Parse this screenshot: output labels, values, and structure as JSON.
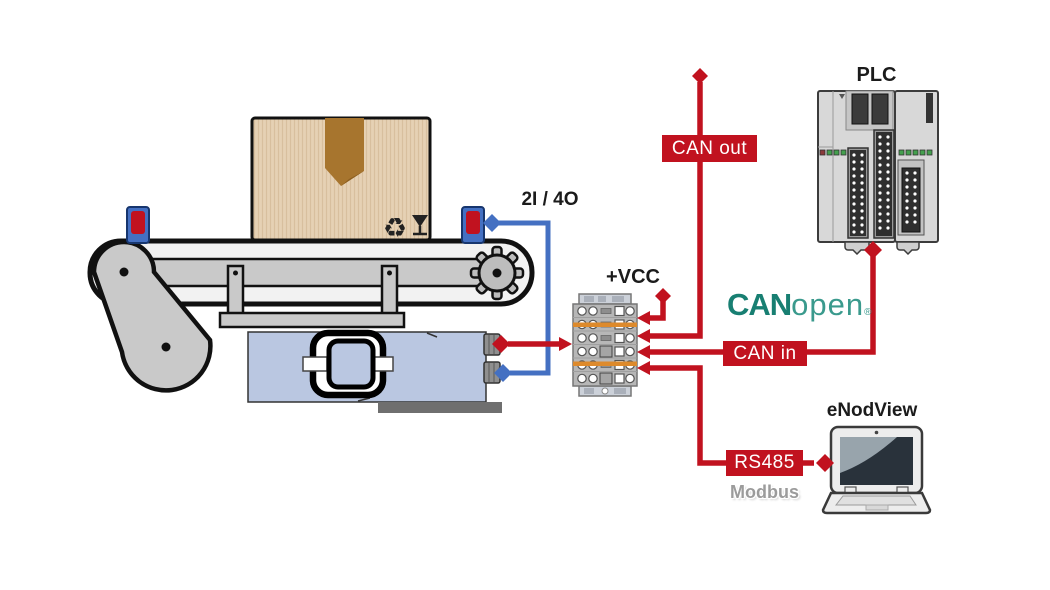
{
  "labels": {
    "plc": "PLC",
    "io": "2I / 4O",
    "vcc": "+VCC",
    "can_out": "CAN out",
    "can_in": "CAN in",
    "rs485": "RS485",
    "modbus": "Modbus",
    "enodview": "eNodView"
  },
  "logo": {
    "bold": "CAN",
    "light": "open",
    "reg": "®"
  },
  "icons": {
    "recycle": "♻",
    "fragile": "wine-glass",
    "arrow": "diamond-arrow"
  },
  "colors": {
    "red": "#c1121f",
    "blue": "#4470c2",
    "teal-dark": "#187f72",
    "teal-light": "#3a9a8d",
    "orange": "#dd8a2c",
    "machine-gray": "#c9c9c9",
    "outline": "#111111",
    "box-tan": "#e6d1b4",
    "box-stripe": "#d8bf9e",
    "tape-brown": "#a7752e",
    "loadcell-blue": "#bac7e1",
    "modbus-gray": "#9b9b9b"
  }
}
